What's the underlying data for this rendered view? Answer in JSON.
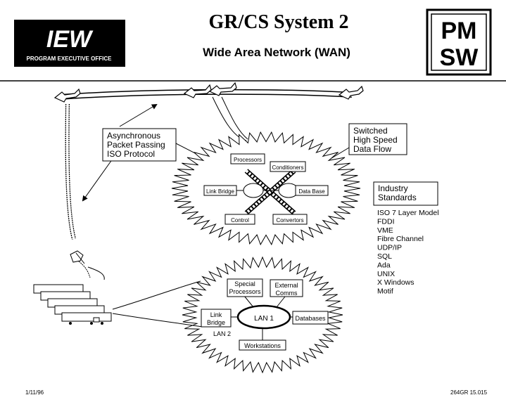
{
  "header": {
    "logo_left": {
      "main": "IEW",
      "sub": "PROGRAM EXECUTIVE OFFICE"
    },
    "title": "GR/CS System 2",
    "subtitle": "Wide Area Network (WAN)",
    "logo_right": {
      "line1": "PM",
      "line2": "SW"
    }
  },
  "callouts": {
    "async": [
      "Asynchronous",
      "Packet Passing",
      "ISO Protocol"
    ],
    "switched": [
      "Switched",
      "High Speed",
      "Data Flow"
    ]
  },
  "top_network": {
    "processors": "Processors",
    "conditioners": "Conditioners",
    "link_bridge": "Link Bridge",
    "data_base": "Data Base",
    "control": "Control",
    "convertors": "Convertors"
  },
  "bottom_network": {
    "special_processors": [
      "Special",
      "Processors"
    ],
    "external_comms": [
      "External",
      "Comms"
    ],
    "link_bridge": [
      "Link",
      "Bridge"
    ],
    "lan1": "LAN 1",
    "lan2": "LAN 2",
    "databases": "Databases",
    "workstations": "Workstations"
  },
  "standards": {
    "heading": [
      "Industry",
      "Standards"
    ],
    "items": [
      "ISO 7 Layer Model",
      "FDDI",
      "VME",
      "Fibre Channel",
      "UDP/IP",
      "SQL",
      "Ada",
      "UNIX",
      "X Windows",
      "Motif"
    ]
  },
  "footer": {
    "date": "1/11/96",
    "code": "264GR 15.015"
  },
  "colors": {
    "ink": "#000000",
    "paper": "#ffffff"
  }
}
